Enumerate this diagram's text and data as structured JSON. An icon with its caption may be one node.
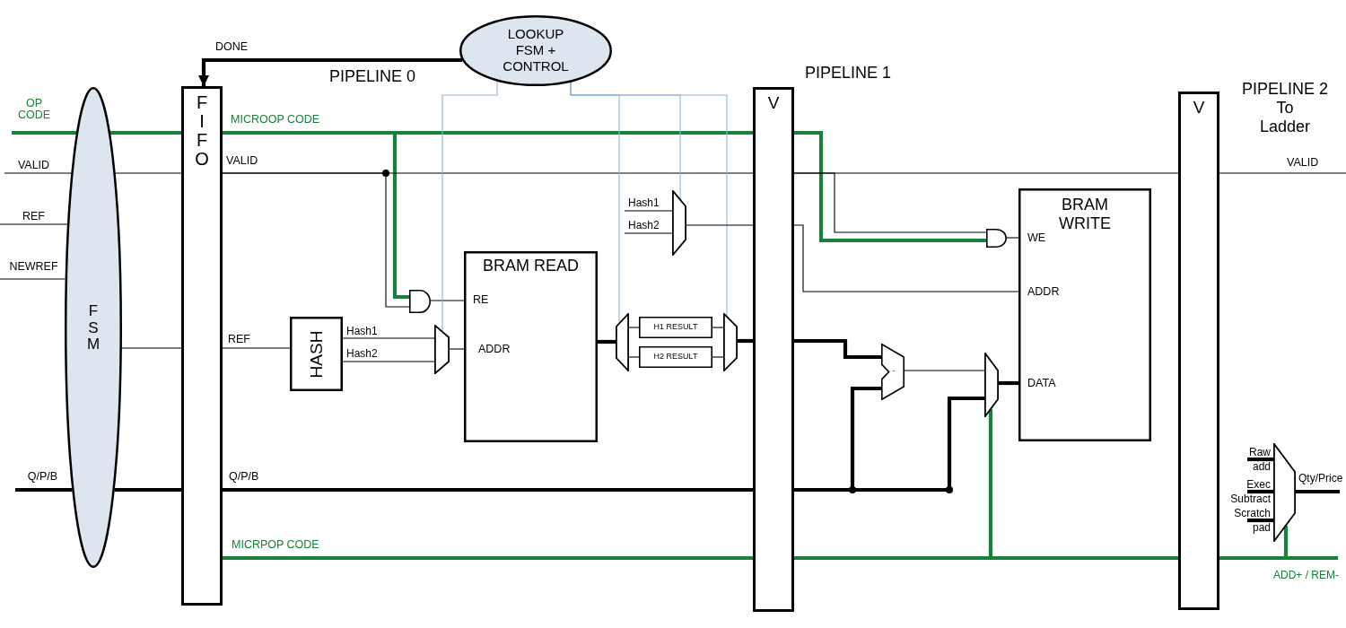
{
  "diagram": {
    "nodes": [
      {
        "text": [
          "LOOKUP FSM + CONTROL"
        ]
      },
      {
        "text": [
          "F S M"
        ]
      },
      {
        "text": [
          "F I F O"
        ]
      },
      {
        "text": [
          "V"
        ]
      },
      {
        "text": [
          "V"
        ]
      },
      {
        "text": [],
        "shape": "trapezoid"
      },
      {
        "text": [
          "BRAM WRITE",
          "WE",
          "ADDR",
          "DATA"
        ]
      },
      {
        "text": [],
        "shape": "gate"
      },
      {
        "text": [
          "BRAM READ",
          "RE",
          "ADDR"
        ]
      },
      {
        "text": [],
        "shape": "gate"
      },
      {
        "text": [
          "HASH"
        ]
      },
      {
        "text": [],
        "shape": "trapezoid"
      },
      {
        "text": [],
        "shape": "trapezoid"
      },
      {
        "text": [
          "H1 RESULT"
        ]
      },
      {
        "text": [
          "H2 RESULT"
        ]
      },
      {
        "text": [],
        "shape": "trapezoid"
      },
      {
        "text": [
          "-"
        ]
      },
      {
        "text": [],
        "shape": "trapezoid"
      },
      {
        "text": [],
        "shape": "trapezoid"
      }
    ],
    "edges": [
      {
        "from": null,
        "to": 1,
        "arrow": "none",
        "label": "OP CODE",
        "style": "thick",
        "color": "#17803a"
      },
      {
        "from": 1,
        "to": 2,
        "arrow": "none",
        "style": "thick",
        "color": "#17803a"
      },
      {
        "from": null,
        "to": 1,
        "arrow": "none",
        "label": "VALID"
      },
      {
        "from": 1,
        "to": 2,
        "arrow": "none"
      },
      {
        "from": null,
        "to": 1,
        "arrow": "none",
        "label": "REF"
      },
      {
        "from": null,
        "to": 1,
        "arrow": "none",
        "label": "NEWREF"
      },
      {
        "from": 1,
        "to": 2,
        "arrow": "none"
      },
      {
        "from": null,
        "to": 1,
        "arrow": "none",
        "label": "Q/P/B",
        "style": "thick"
      },
      {
        "from": 1,
        "to": 2,
        "arrow": "none",
        "style": "thick"
      },
      {
        "from": 0,
        "to": 2,
        "arrow": "to",
        "label": "DONE",
        "style": "thick"
      },
      {
        "from": 2,
        "to": 3,
        "arrow": "none",
        "label": "MICROOP CODE",
        "style": "thick",
        "color": "#17803a"
      },
      {
        "from": 2,
        "to": 9,
        "arrow": "none",
        "style": "thick",
        "color": "#17803a"
      },
      {
        "from": 2,
        "to": 3,
        "arrow": "none",
        "label": "VALID"
      },
      {
        "from": 2,
        "to": 9,
        "arrow": "none"
      },
      {
        "from": 9,
        "to": 8,
        "arrow": "none"
      },
      {
        "from": 2,
        "to": 10,
        "arrow": "none",
        "label": "REF"
      },
      {
        "from": 10,
        "to": 11,
        "arrow": "none",
        "label": "Hash1"
      },
      {
        "from": 10,
        "to": 11,
        "arrow": "none",
        "label": "Hash2"
      },
      {
        "from": 11,
        "to": 8,
        "arrow": "none"
      },
      {
        "from": 0,
        "to": 11,
        "arrow": "none",
        "color": "#8fb4dc"
      },
      {
        "from": 0,
        "to": 12,
        "arrow": "none",
        "color": "#8fb4dc"
      },
      {
        "from": 0,
        "to": 5,
        "arrow": "none",
        "color": "#8fb4dc"
      },
      {
        "from": 0,
        "to": 15,
        "arrow": "none",
        "color": "#8fb4dc"
      },
      {
        "from": null,
        "to": 5,
        "arrow": "none",
        "label": "Hash1"
      },
      {
        "from": null,
        "to": 5,
        "arrow": "none",
        "label": "Hash2"
      },
      {
        "from": 5,
        "to": 3,
        "arrow": "none"
      },
      {
        "from": 8,
        "to": 12,
        "arrow": "none",
        "style": "thick"
      },
      {
        "from": 12,
        "to": 13,
        "arrow": "none"
      },
      {
        "from": 12,
        "to": 14,
        "arrow": "none"
      },
      {
        "from": 13,
        "to": 15,
        "arrow": "none"
      },
      {
        "from": 14,
        "to": 15,
        "arrow": "none"
      },
      {
        "from": 15,
        "to": 3,
        "arrow": "none",
        "style": "thick"
      },
      {
        "from": 2,
        "to": 3,
        "arrow": "none",
        "label": "Q/P/B",
        "style": "thick"
      },
      {
        "from": 2,
        "to": 3,
        "arrow": "none",
        "label": "MICRPOP CODE",
        "style": "thick",
        "color": "#17803a"
      },
      {
        "from": 3,
        "to": 6,
        "arrow": "none"
      },
      {
        "from": 3,
        "to": 7,
        "arrow": "none",
        "style": "thick",
        "color": "#17803a"
      },
      {
        "from": 3,
        "to": 7,
        "arrow": "none"
      },
      {
        "from": 3,
        "to": 4,
        "arrow": "none"
      },
      {
        "from": 7,
        "to": 6,
        "arrow": "none"
      },
      {
        "from": 3,
        "to": 16,
        "arrow": "none",
        "style": "thick"
      },
      {
        "from": 3,
        "to": 16,
        "arrow": "none",
        "style": "thick"
      },
      {
        "from": 3,
        "to": 17,
        "arrow": "none",
        "style": "thick"
      },
      {
        "from": 16,
        "to": 17,
        "arrow": "none"
      },
      {
        "from": 17,
        "to": 6,
        "arrow": "none",
        "style": "thick"
      },
      {
        "from": 3,
        "to": 4,
        "arrow": "none",
        "style": "thick",
        "color": "#17803a"
      },
      {
        "from": 3,
        "to": 17,
        "arrow": "none",
        "style": "thick",
        "color": "#17803a"
      },
      {
        "from": 4,
        "to": null,
        "arrow": "none",
        "label": "VALID"
      },
      {
        "from": 4,
        "to": null,
        "arrow": "none",
        "label": "ADD+ / REM-",
        "style": "thick",
        "color": "#17803a"
      },
      {
        "from": 4,
        "to": 18,
        "arrow": "none",
        "style": "thick",
        "color": "#17803a"
      },
      {
        "from": null,
        "to": 18,
        "arrow": "none",
        "label": "Raw add",
        "style": "thick"
      },
      {
        "from": null,
        "to": 18,
        "arrow": "none",
        "label": "Exec Subtract",
        "style": "thick"
      },
      {
        "from": null,
        "to": 18,
        "arrow": "none",
        "label": "Scratch pad",
        "style": "thick"
      },
      {
        "from": 18,
        "to": null,
        "arrow": "none",
        "label": "Qty/Price",
        "style": "thick"
      }
    ],
    "labels": [
      "PIPELINE 0",
      "PIPELINE 1",
      "PIPELINE 2",
      "To Ladder"
    ]
  }
}
